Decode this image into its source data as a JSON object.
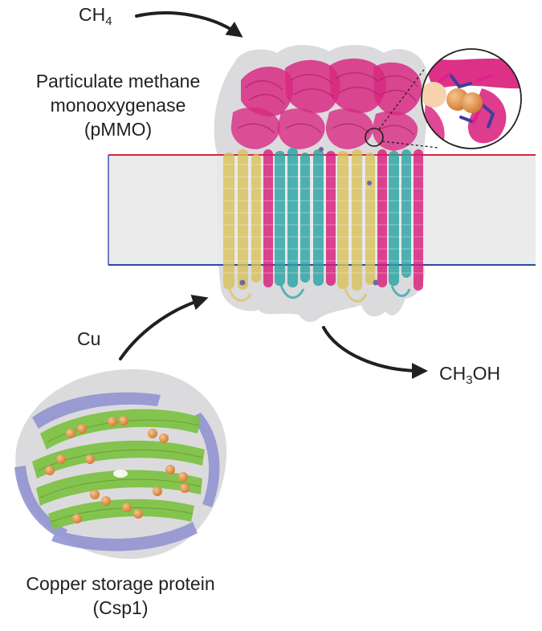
{
  "labels": {
    "methane": {
      "main": "CH",
      "sub": "4"
    },
    "pmmo": {
      "line1": "Particulate methane",
      "line2": "monooxygenase",
      "line3": "(pMMO)"
    },
    "copper": "Cu",
    "methanol": {
      "pre": "CH",
      "sub": "3",
      "post": "OH"
    },
    "csp1": {
      "line1": "Copper storage protein",
      "line2": "(Csp1)"
    }
  },
  "colors": {
    "membrane_fill": "#e9e9ea",
    "membrane_top_edge": "#d7263d",
    "membrane_bottom_edge": "#2b4aa8",
    "pmmo_magenta": "#d81b7a",
    "pmmo_teal": "#2aa3a3",
    "pmmo_yellow": "#d9c25a",
    "csp1_green": "#7cc242",
    "csp1_lavender": "#8d8fd0",
    "copper_ion": "#e8944a",
    "surface_gray": "#cfcfd1",
    "arrow": "#231f20"
  }
}
